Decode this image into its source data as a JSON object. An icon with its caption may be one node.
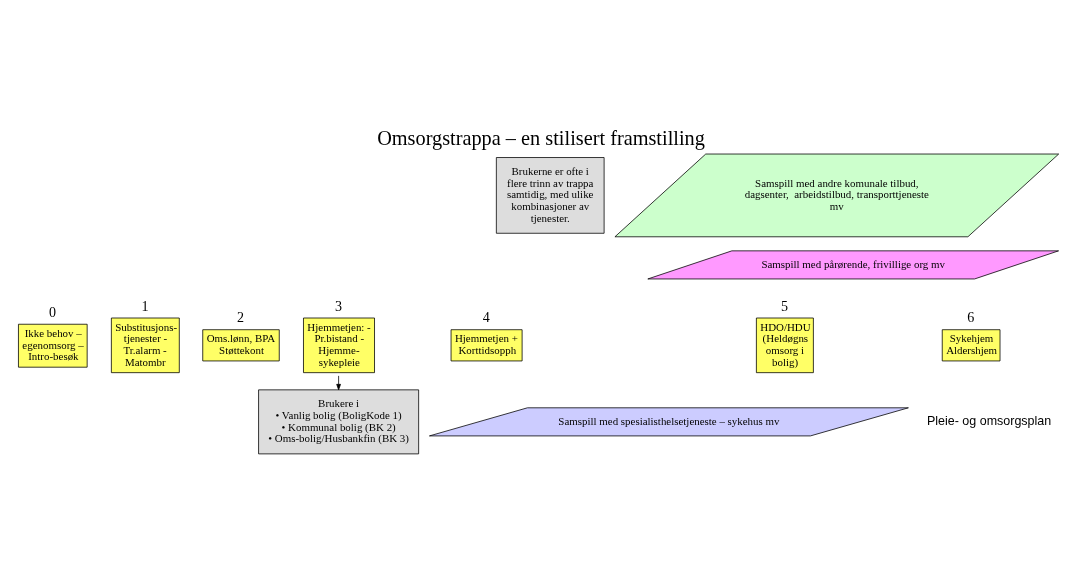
{
  "diagram": {
    "title": "Omsorgstrappa – en stilisert framstilling",
    "nodes": [
      {
        "text": [
          "Brukerne er ofte i flere trinn av trappa samtidig, med ulike kombinasjoner av tjenester."
        ]
      },
      {
        "text": [
          "Samspill med andre komunale tilbud, dagsenter,  arbeidstilbud, transporttjeneste mv"
        ]
      },
      {
        "text": [
          "Samspill med pårørende, frivillige org mv"
        ]
      },
      {
        "text": [
          "Ikke behov – egenomsorg – Intro-besøk"
        ],
        "beside": [
          "0"
        ]
      },
      {
        "text": [
          "Substitusjons- tjenester - Tr.alarm - Matombr"
        ],
        "beside": [
          "1"
        ]
      },
      {
        "text": [
          "Oms.lønn, BPA Støttekont"
        ],
        "beside": [
          "2"
        ]
      },
      {
        "text": [
          "Hjemmetjen: - Pr.bistand - Hjemme- sykepleie"
        ],
        "beside": [
          "3"
        ]
      },
      {
        "text": [
          "Hjemmetjen + Korttidsopph"
        ],
        "beside": [
          "4"
        ]
      },
      {
        "text": [
          "HDO/HDU (Heldøgns omsorg i bolig)"
        ],
        "beside": [
          "5"
        ]
      },
      {
        "text": [
          "Sykehjem Aldershjem"
        ],
        "beside": [
          "6"
        ]
      },
      {
        "text": [
          "Samspill med spesialisthelsetjeneste – sykehus mv"
        ]
      },
      {
        "text": [
          "Brukere i • Vanlig bolig (BoligKode 1) • Kommunal bolig (BK 2) • Oms-bolig/Husbankfin (BK 3)"
        ]
      }
    ],
    "edges": [
      {
        "from": 6,
        "to": 11,
        "arrow": "to"
      }
    ],
    "labels": [
      "Pleie- og omsorgsplan"
    ]
  }
}
